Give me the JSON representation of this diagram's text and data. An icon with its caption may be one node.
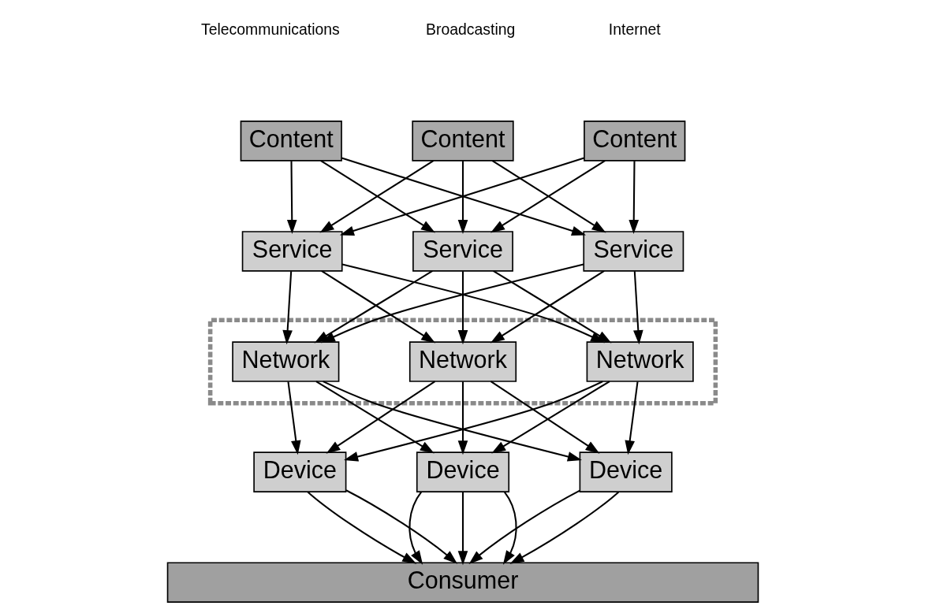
{
  "diagram": {
    "nodes": [
      {
        "text": [
          "Content"
        ]
      },
      {
        "text": [
          "Content"
        ]
      },
      {
        "text": [
          "Content"
        ]
      },
      {
        "text": [
          "Service"
        ]
      },
      {
        "text": [
          "Service"
        ]
      },
      {
        "text": [
          "Service"
        ]
      },
      {
        "text": [],
        "shape": "box"
      },
      {
        "text": [
          "Network"
        ],
        "in": 6
      },
      {
        "text": [
          "Network"
        ],
        "in": 6
      },
      {
        "text": [
          "Network"
        ],
        "in": 6
      },
      {
        "text": [
          "Device"
        ]
      },
      {
        "text": [
          "Device"
        ]
      },
      {
        "text": [
          "Device"
        ]
      },
      {
        "text": [
          "Consumer"
        ]
      }
    ],
    "edges": [
      {
        "from": 0,
        "to": 3,
        "arrow": "to"
      },
      {
        "from": 0,
        "to": 4,
        "arrow": "to"
      },
      {
        "from": 0,
        "to": 5,
        "arrow": "to"
      },
      {
        "from": 1,
        "to": 3,
        "arrow": "to"
      },
      {
        "from": 1,
        "to": 4,
        "arrow": "to"
      },
      {
        "from": 1,
        "to": 5,
        "arrow": "to"
      },
      {
        "from": 2,
        "to": 3,
        "arrow": "to"
      },
      {
        "from": 2,
        "to": 4,
        "arrow": "to"
      },
      {
        "from": 2,
        "to": 5,
        "arrow": "to"
      },
      {
        "from": 3,
        "to": 7,
        "arrow": "to"
      },
      {
        "from": 3,
        "to": 8,
        "arrow": "to"
      },
      {
        "from": 3,
        "to": 9,
        "arrow": "to"
      },
      {
        "from": 4,
        "to": 7,
        "arrow": "to"
      },
      {
        "from": 4,
        "to": 8,
        "arrow": "to"
      },
      {
        "from": 4,
        "to": 9,
        "arrow": "to"
      },
      {
        "from": 5,
        "to": 7,
        "arrow": "to"
      },
      {
        "from": 5,
        "to": 8,
        "arrow": "to"
      },
      {
        "from": 5,
        "to": 9,
        "arrow": "to"
      },
      {
        "from": 7,
        "to": 10,
        "arrow": "to"
      },
      {
        "from": 7,
        "to": 11,
        "arrow": "to"
      },
      {
        "from": 7,
        "to": 12,
        "arrow": "to"
      },
      {
        "from": 8,
        "to": 10,
        "arrow": "to"
      },
      {
        "from": 8,
        "to": 11,
        "arrow": "to"
      },
      {
        "from": 8,
        "to": 12,
        "arrow": "to"
      },
      {
        "from": 9,
        "to": 10,
        "arrow": "to"
      },
      {
        "from": 9,
        "to": 11,
        "arrow": "to"
      },
      {
        "from": 9,
        "to": 12,
        "arrow": "to"
      },
      {
        "from": 10,
        "to": 13,
        "arrow": "to"
      },
      {
        "from": 10,
        "to": 13,
        "arrow": "to"
      },
      {
        "from": 11,
        "to": 13,
        "arrow": "to"
      },
      {
        "from": 11,
        "to": 13,
        "arrow": "to"
      },
      {
        "from": 11,
        "to": 13,
        "arrow": "to"
      },
      {
        "from": 12,
        "to": 13,
        "arrow": "to"
      },
      {
        "from": 12,
        "to": 13,
        "arrow": "to"
      }
    ],
    "labels": [
      "Telecommunications",
      "Broadcasting",
      "Internet"
    ]
  }
}
